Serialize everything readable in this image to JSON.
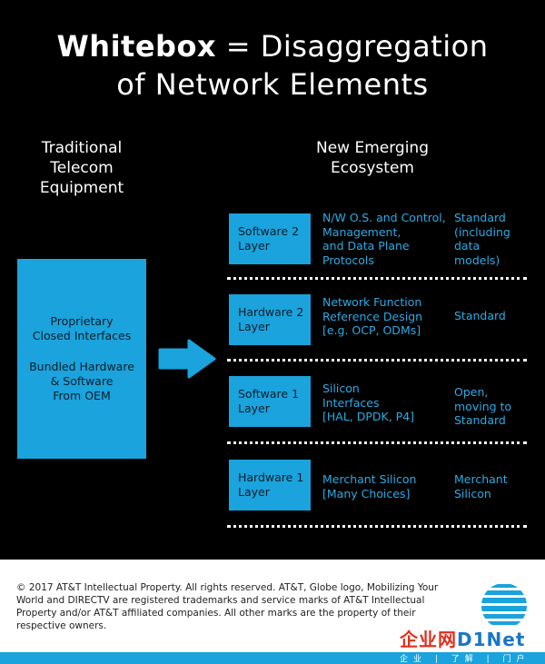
{
  "title": {
    "bold": "Whitebox",
    "rest": " = Disaggregation",
    "line2": "of Network Elements"
  },
  "left": {
    "heading": "Traditional\nTelecom\nEquipment",
    "box_line1": "Proprietary\nClosed Interfaces",
    "box_line2": "Bundled Hardware\n& Software\nFrom OEM"
  },
  "right": {
    "heading": "New Emerging\nEcosystem",
    "layers": [
      {
        "name": "Software 2\nLayer",
        "desc": "N/W O.S. and Control,\nManagement,\nand Data Plane\nProtocols",
        "standard": "Standard\n(including\ndata\nmodels)"
      },
      {
        "name": "Hardware 2\nLayer",
        "desc": "Network Function\nReference Design\n[e.g. OCP, ODMs]",
        "standard": "Standard"
      },
      {
        "name": "Software 1\nLayer",
        "desc": "Silicon\nInterfaces\n[HAL, DPDK, P4]",
        "standard": "Open,\nmoving to\nStandard"
      },
      {
        "name": "Hardware 1\nLayer",
        "desc": "Merchant Silicon\n[Many Choices]",
        "standard": "Merchant\nSilicon"
      }
    ]
  },
  "footer": {
    "copyright": "© 2017 AT&T Intellectual Property. All rights reserved. AT&T, Globe logo, Mobilizing Your World and DIRECTV are registered trademarks and service marks of AT&T Intellectual Property and/or AT&T affiliated companies. All other marks are the property of their respective owners.",
    "watermark_cn": "企业网",
    "watermark_en": "D1Net",
    "watermark_sub": "企业 | 了解 | 门户"
  },
  "colors": {
    "accent": "#1aa3dc",
    "text_blue": "#2aabe4",
    "background": "#000000"
  }
}
